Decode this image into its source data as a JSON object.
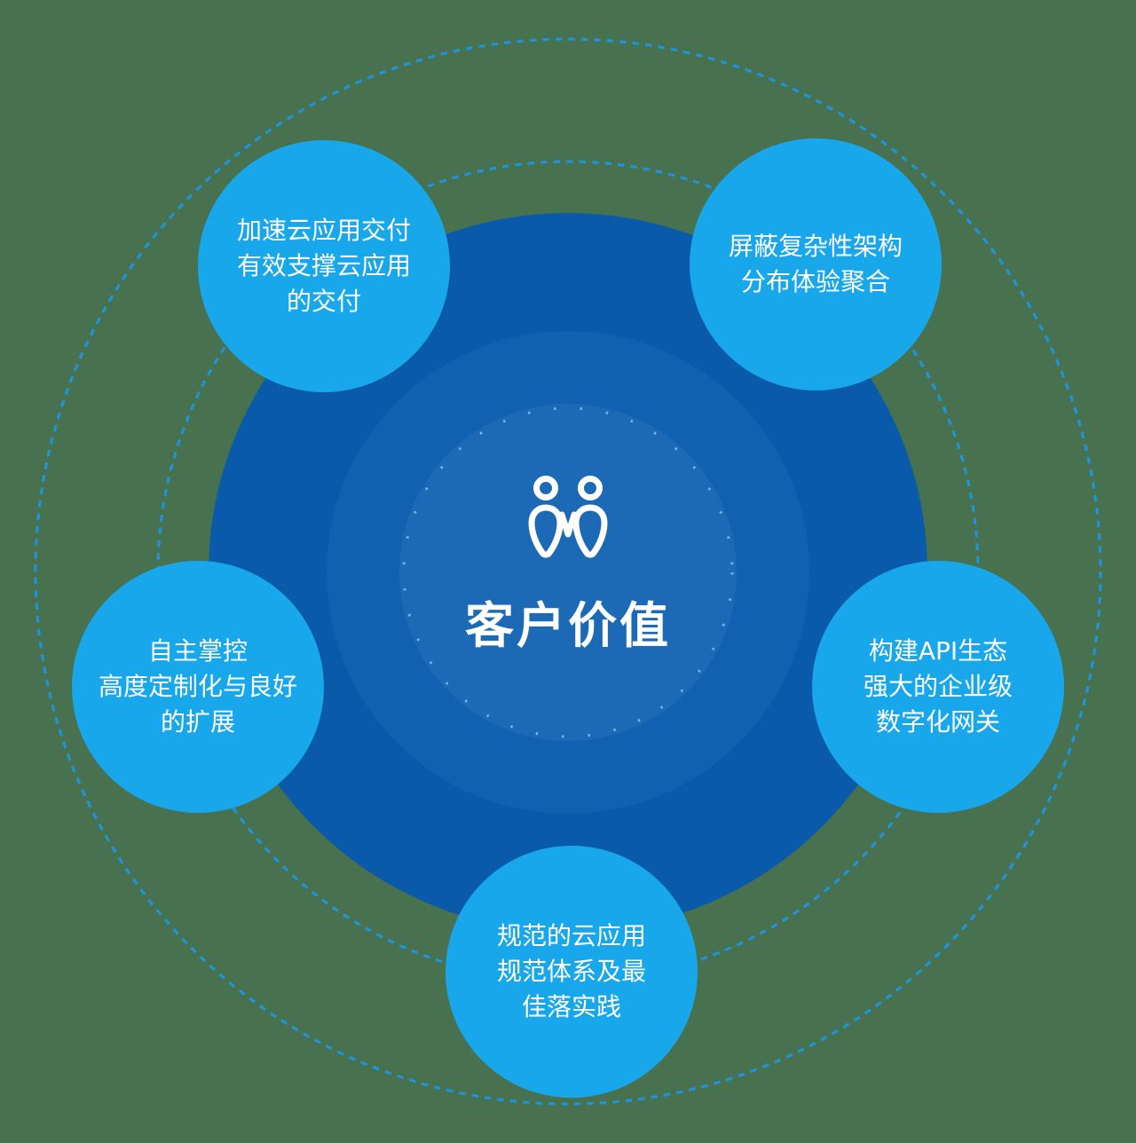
{
  "center": {
    "icon": "two-people-icon",
    "label": "客户价值"
  },
  "satellites": [
    {
      "id": "top-left",
      "lines": [
        "加速云应用交付",
        "有效支撑云应用",
        "的交付"
      ]
    },
    {
      "id": "top-right",
      "lines": [
        "屏蔽复杂性架构",
        "分布体验聚合"
      ]
    },
    {
      "id": "left",
      "lines": [
        "自主掌控",
        "高度定制化与良好",
        "的扩展"
      ]
    },
    {
      "id": "right",
      "lines": [
        "构建API生态",
        "强大的企业级",
        "数字化网关"
      ]
    },
    {
      "id": "bottom",
      "lines": [
        "规范的云应用",
        "规范体系及最",
        "佳落实践"
      ]
    }
  ],
  "colors": {
    "background": "#47714f",
    "satellite_fill": "#18a7eb",
    "dashed_circle": "#2094da",
    "center_base": "#0a5aab",
    "ripple_mid": "#1161b1",
    "ripple_inner": "#1c69b6",
    "dotted_ring": "#7fc2ee",
    "text": "#ffffff"
  }
}
